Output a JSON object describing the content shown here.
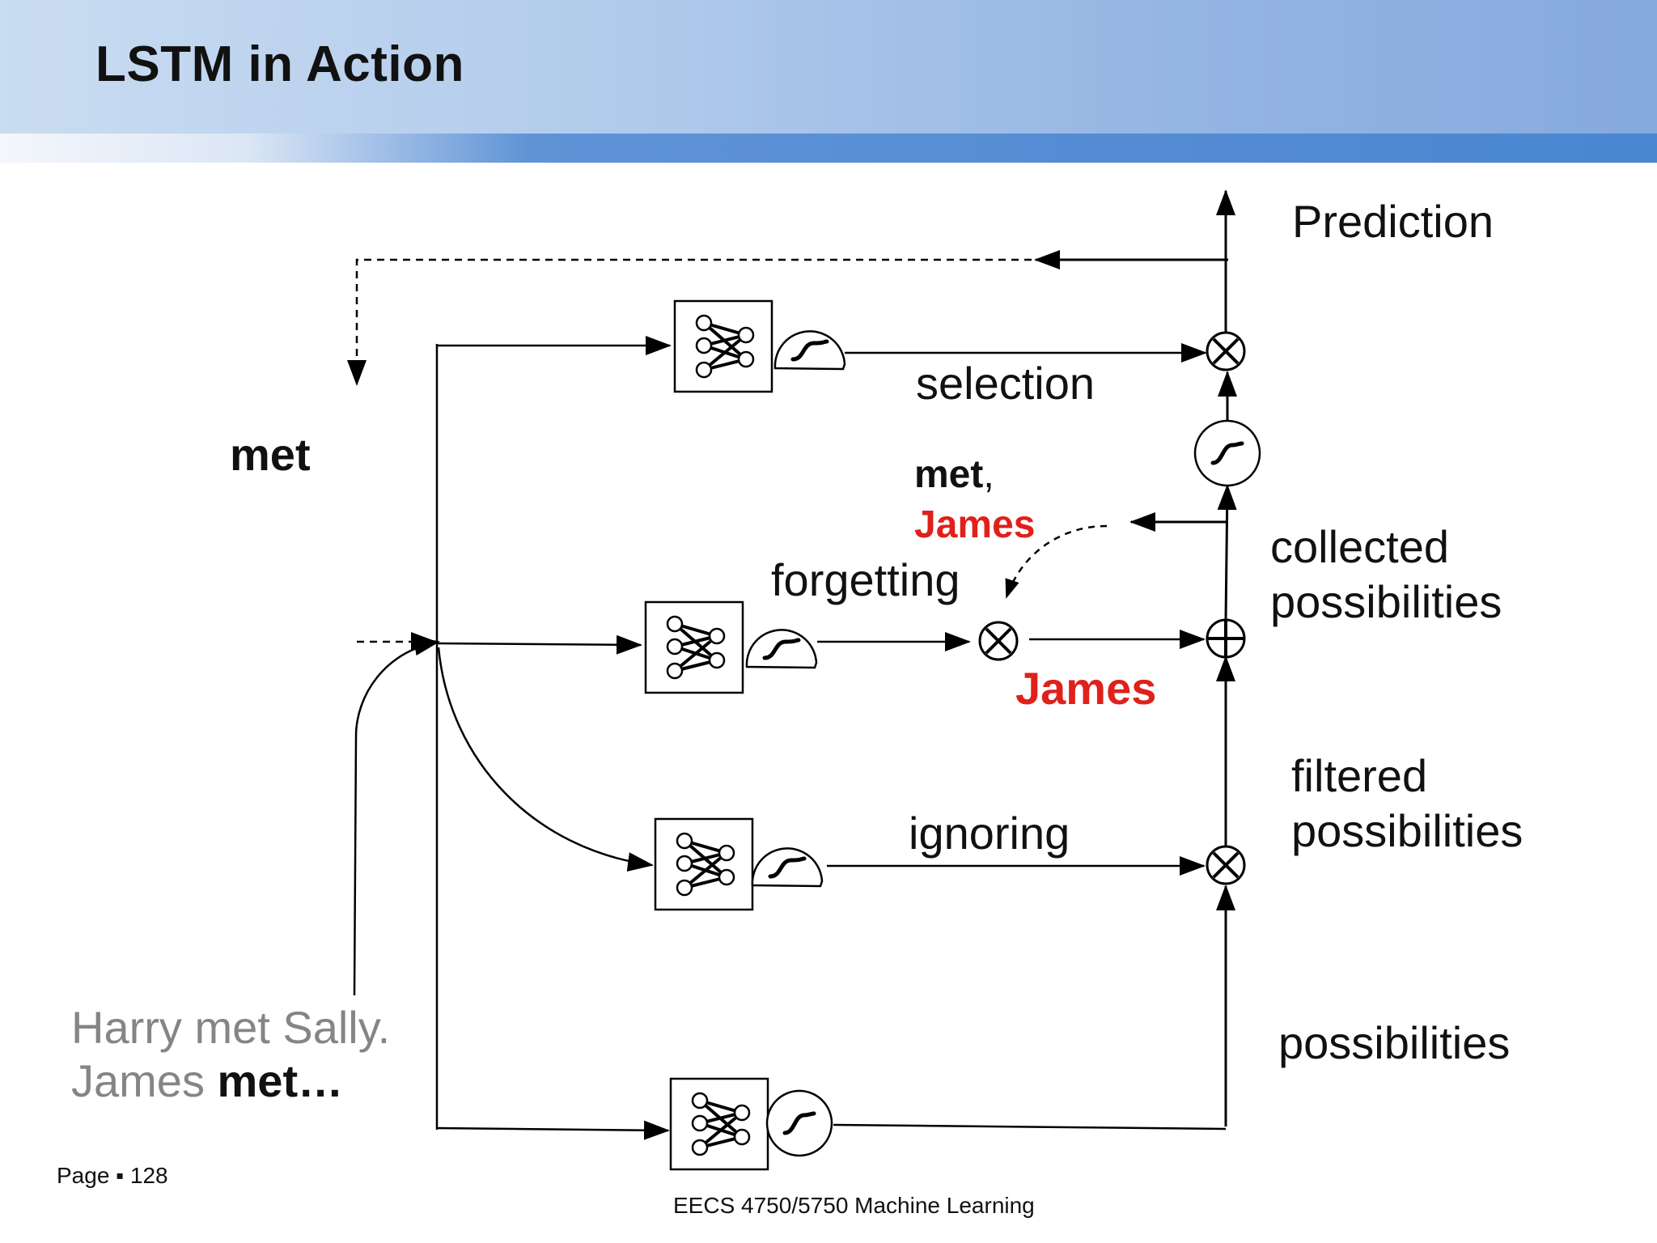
{
  "title": "LSTM in Action",
  "labels": {
    "prediction": "Prediction",
    "selection": "selection",
    "input_word": "met",
    "memory_word_1": "met",
    "memory_comma": ",",
    "memory_word_2": "James",
    "forgetting": "forgetting",
    "collected_1": "collected",
    "collected_2": "possibilities",
    "kept_word": "James",
    "filtered_1": "filtered",
    "filtered_2": "possibilities",
    "ignoring": "ignoring",
    "possibilities": "possibilities"
  },
  "sentence": {
    "line1": "Harry met Sally.",
    "line2_prefix": "James ",
    "line2_bold": "met…"
  },
  "footer": {
    "page": "Page ▪ 128",
    "course": "EECS 4750/5750 Machine Learning"
  },
  "icons": [
    "neural-network-icon",
    "squashing-function-icon",
    "multiply-gate-icon",
    "add-gate-icon"
  ],
  "colors": {
    "highlight": "#e0201b",
    "muted_text": "#858585"
  }
}
